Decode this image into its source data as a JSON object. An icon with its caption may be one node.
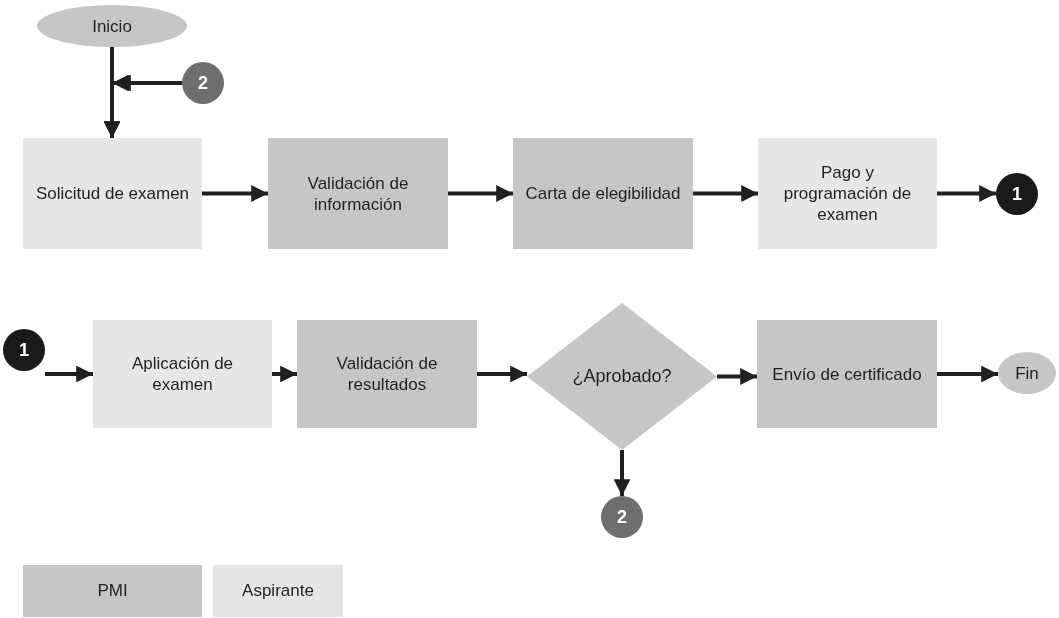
{
  "diagram": {
    "nodes": [
      {
        "text": [
          "Inicio"
        ]
      },
      {
        "text": [
          "2"
        ]
      },
      {
        "text": [
          "Solicitud de examen"
        ]
      },
      {
        "text": [
          "Validación de información"
        ]
      },
      {
        "text": [
          "Carta de elegibilidad"
        ]
      },
      {
        "text": [
          "Pago y programación de examen"
        ]
      },
      {
        "text": [
          "1"
        ]
      },
      {
        "text": [
          "1"
        ]
      },
      {
        "text": [
          "Aplicación de examen"
        ]
      },
      {
        "text": [
          "Validación de resultados"
        ]
      },
      {
        "text": [
          "¿Aprobado?"
        ]
      },
      {
        "text": [
          "Envío de certificado"
        ]
      },
      {
        "text": [
          "2"
        ]
      },
      {
        "text": [
          "Fin"
        ]
      }
    ],
    "edges": [
      {
        "from": 0,
        "to": 2,
        "arrow": "to"
      },
      {
        "from": 1,
        "to": 2,
        "arrow": "to"
      },
      {
        "from": 2,
        "to": 3,
        "arrow": "to"
      },
      {
        "from": 3,
        "to": 4,
        "arrow": "to"
      },
      {
        "from": 4,
        "to": 5,
        "arrow": "to"
      },
      {
        "from": 5,
        "to": 6,
        "arrow": "to"
      },
      {
        "from": 7,
        "to": 8,
        "arrow": "to"
      },
      {
        "from": 8,
        "to": 9,
        "arrow": "to"
      },
      {
        "from": 9,
        "to": 10,
        "arrow": "to"
      },
      {
        "from": 10,
        "to": 11,
        "arrow": "to"
      },
      {
        "from": 11,
        "to": 13,
        "arrow": "to"
      },
      {
        "from": 10,
        "to": 12,
        "arrow": "to"
      }
    ],
    "legend": [
      {
        "text": "PMI",
        "color": "#c6c6c6"
      },
      {
        "text": "Aspirante",
        "color": "#e6e6e7"
      }
    ]
  }
}
